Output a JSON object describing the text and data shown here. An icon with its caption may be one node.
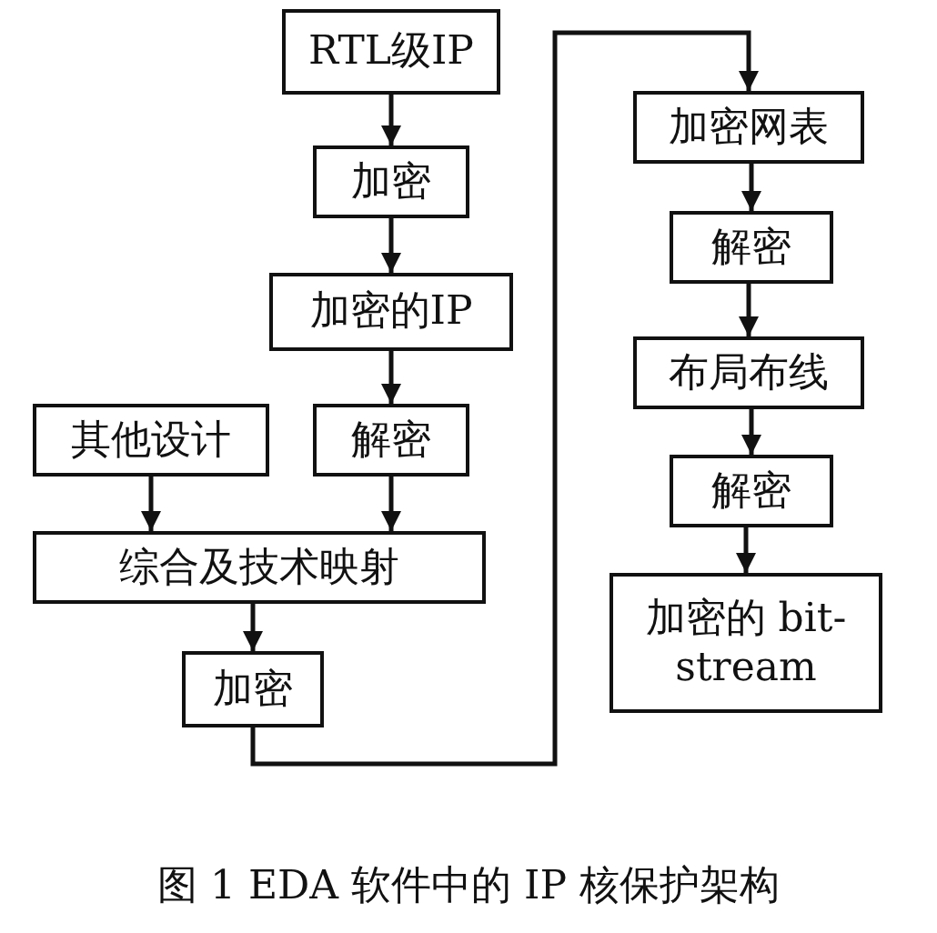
{
  "diagram": {
    "caption": "图 1 EDA 软件中的 IP 核保护架构",
    "nodes": [
      {
        "text": [
          "RTL级IP"
        ]
      },
      {
        "text": [
          "加密"
        ]
      },
      {
        "text": [
          "加密的IP"
        ]
      },
      {
        "text": [
          "其他设计"
        ]
      },
      {
        "text": [
          "解密"
        ]
      },
      {
        "text": [
          "综合及技术映射"
        ]
      },
      {
        "text": [
          "加密"
        ]
      },
      {
        "text": [
          "加密网表"
        ]
      },
      {
        "text": [
          "解密"
        ]
      },
      {
        "text": [
          "布局布线"
        ]
      },
      {
        "text": [
          "解密"
        ]
      },
      {
        "text": [
          "加密的 bit-stream"
        ]
      }
    ],
    "edges": [
      {
        "from": 0,
        "to": 1,
        "arrow": "to"
      },
      {
        "from": 1,
        "to": 2,
        "arrow": "to"
      },
      {
        "from": 2,
        "to": 4,
        "arrow": "to"
      },
      {
        "from": 3,
        "to": 5,
        "arrow": "to"
      },
      {
        "from": 4,
        "to": 5,
        "arrow": "to"
      },
      {
        "from": 5,
        "to": 6,
        "arrow": "to"
      },
      {
        "from": 6,
        "to": 7,
        "arrow": "to"
      },
      {
        "from": 7,
        "to": 8,
        "arrow": "to"
      },
      {
        "from": 8,
        "to": 9,
        "arrow": "to"
      },
      {
        "from": 9,
        "to": 10,
        "arrow": "to"
      },
      {
        "from": 10,
        "to": 11,
        "arrow": "to"
      }
    ]
  }
}
